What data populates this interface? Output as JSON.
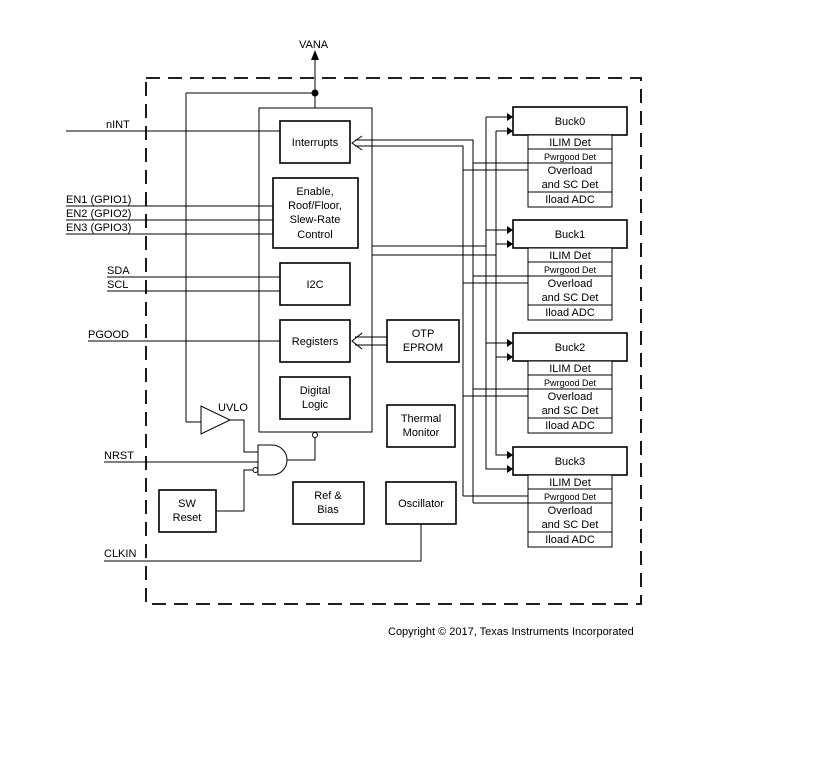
{
  "diagram": {
    "supply": "VANA",
    "pins": {
      "nint": "nINT",
      "en1": "EN1 (GPIO1)",
      "en2": "EN2 (GPIO2)",
      "en3": "EN3 (GPIO3)",
      "sda": "SDA",
      "scl": "SCL",
      "pgood": "PGOOD",
      "nrst": "NRST",
      "clkin": "CLKIN"
    },
    "blocks": {
      "interrupts": "Interrupts",
      "enable": [
        "Enable,",
        "Roof/Floor,",
        "Slew-Rate",
        "Control"
      ],
      "i2c": "I2C",
      "registers": "Registers",
      "digital_logic": [
        "Digital",
        "Logic"
      ],
      "otp": [
        "OTP",
        "EPROM"
      ],
      "thermal": [
        "Thermal",
        "Monitor"
      ],
      "uvlo": "UVLO",
      "sw_reset": [
        "SW",
        "Reset"
      ],
      "ref_bias": [
        "Ref &",
        "Bias"
      ],
      "oscillator": "Oscillator"
    },
    "bucks": [
      {
        "name": "Buck0",
        "rows": [
          "ILIM Det",
          "Pwrgood Det",
          "Overload",
          "and SC Det",
          "Iload ADC"
        ]
      },
      {
        "name": "Buck1",
        "rows": [
          "ILIM Det",
          "Pwrgood Det",
          "Overload",
          "and SC Det",
          "Iload ADC"
        ]
      },
      {
        "name": "Buck2",
        "rows": [
          "ILIM Det",
          "Pwrgood Det",
          "Overload",
          "and SC Det",
          "Iload ADC"
        ]
      },
      {
        "name": "Buck3",
        "rows": [
          "ILIM Det",
          "Pwrgood Det",
          "Overload",
          "and SC Det",
          "Iload ADC"
        ]
      }
    ],
    "copyright": "Copyright © 2017, Texas Instruments Incorporated"
  }
}
